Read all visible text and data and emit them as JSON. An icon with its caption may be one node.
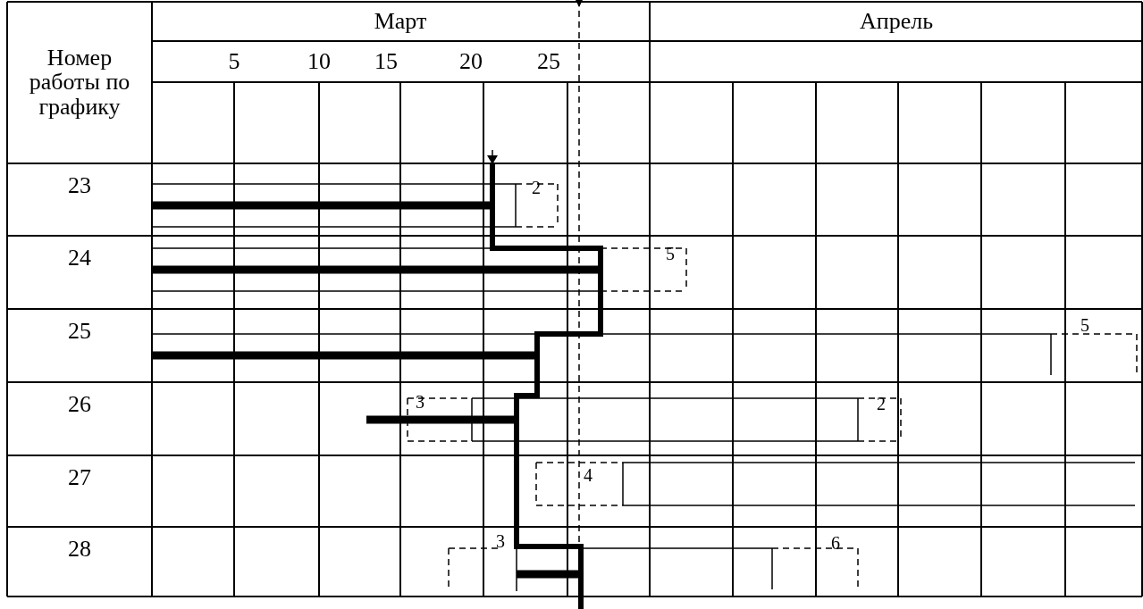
{
  "diagram": {
    "labels": [
      "Номер работы по графику",
      "Март",
      "Апрель",
      "5",
      "10",
      "15",
      "20",
      "25",
      "23",
      "2",
      "24",
      "5",
      "25",
      "5",
      "26",
      "3",
      "2",
      "27",
      "4",
      "28",
      "3",
      "6"
    ]
  }
}
